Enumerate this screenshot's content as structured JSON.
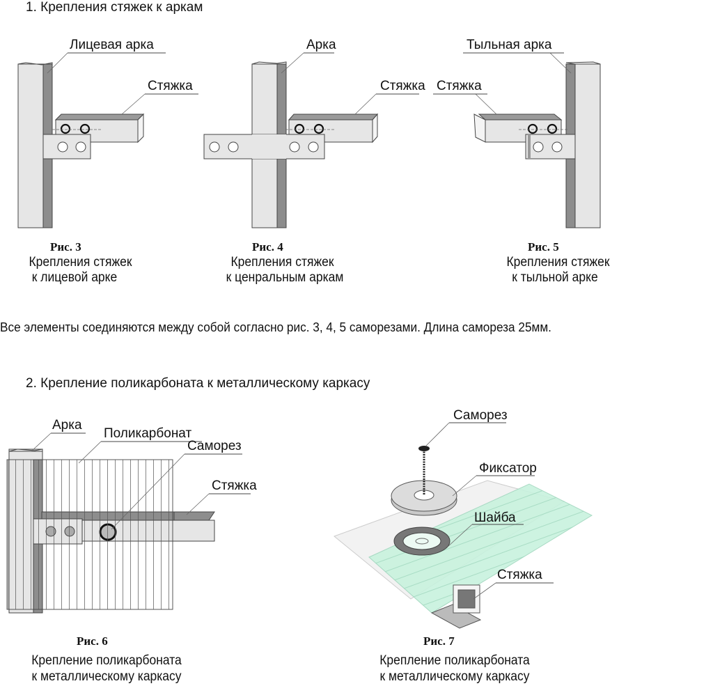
{
  "section1": {
    "title": "1. Крепления стяжек к аркам",
    "figures": [
      {
        "number": "Рис. 3",
        "caption_line1": "Крепления стяжек",
        "caption_line2": "к лицевой арке",
        "labels": {
          "arch": "Лицевая арка",
          "tie": "Стяжка"
        }
      },
      {
        "number": "Рис. 4",
        "caption_line1": "Крепления стяжек",
        "caption_line2": "к ценральным аркам",
        "labels": {
          "arch": "Арка",
          "tie": "Стяжка"
        }
      },
      {
        "number": "Рис. 5",
        "caption_line1": "Крепления стяжек",
        "caption_line2": "к тыльной арке",
        "labels": {
          "arch": "Тыльная арка",
          "tie": "Стяжка"
        }
      }
    ],
    "note": "Все элементы соединяются между собой согласно рис. 3, 4, 5  саморезами. Длина самореза 25мм."
  },
  "section2": {
    "title": "2. Крепление поликарбоната к металлическому каркасу",
    "figures": [
      {
        "number": "Рис. 6",
        "caption_line1": "Крепление поликарбоната",
        "caption_line2": "к металлическому каркасу",
        "labels": {
          "arch": "Арка",
          "polycarbonate": "Поликарбонат",
          "screw": "Саморез",
          "tie": "Стяжка"
        }
      },
      {
        "number": "Рис. 7",
        "caption_line1": "Крепление поликарбоната",
        "caption_line2": "к металлическому каркасу",
        "labels": {
          "screw": "Саморез",
          "fixator": "Фиксатор",
          "washer": "Шайба",
          "tie": "Стяжка"
        }
      }
    ]
  },
  "colors": {
    "metal_light": "#e4e4e4",
    "metal_dark": "#8c8c8c",
    "polycarbonate_green": "#bff0d8",
    "outline": "#333333"
  }
}
